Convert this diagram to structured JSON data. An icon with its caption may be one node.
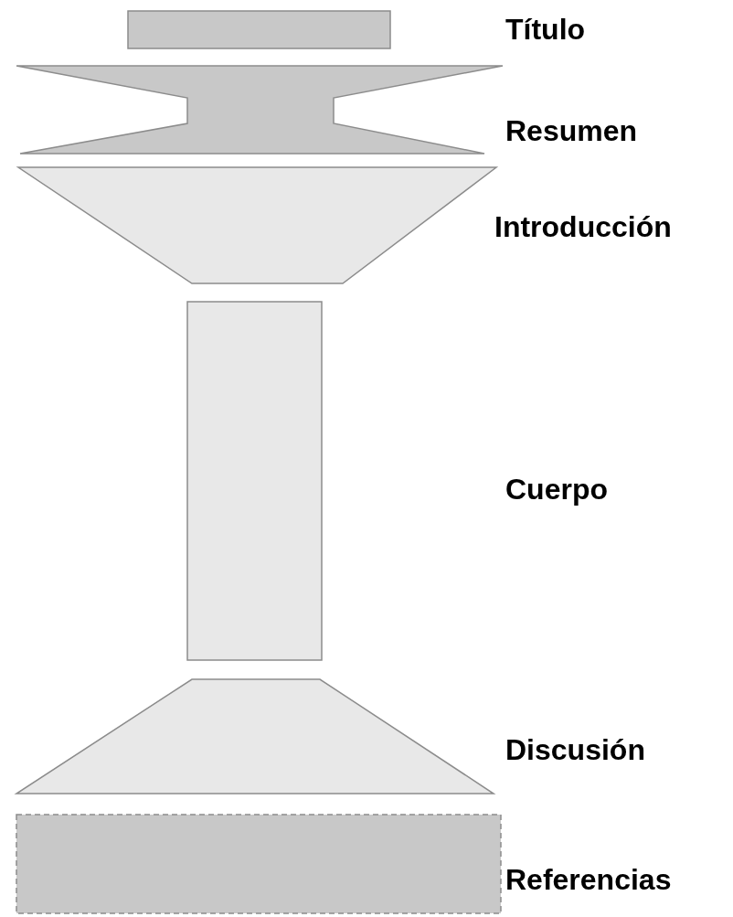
{
  "diagram": {
    "nodes": [
      {
        "text": [],
        "shape": "box"
      },
      {
        "text": [],
        "shape": "box",
        "beside": [
          "Resumen"
        ]
      },
      {
        "text": [],
        "shape": "box",
        "beside": [
          "Introducción"
        ]
      },
      {
        "text": [],
        "shape": "box"
      },
      {
        "text": [],
        "shape": "box",
        "beside": [
          "Discusión"
        ]
      },
      {
        "text": [],
        "shape": "box",
        "beside": [
          "Referencias"
        ]
      }
    ],
    "edges": [],
    "labels": [
      "Título",
      "Cuerpo"
    ]
  }
}
